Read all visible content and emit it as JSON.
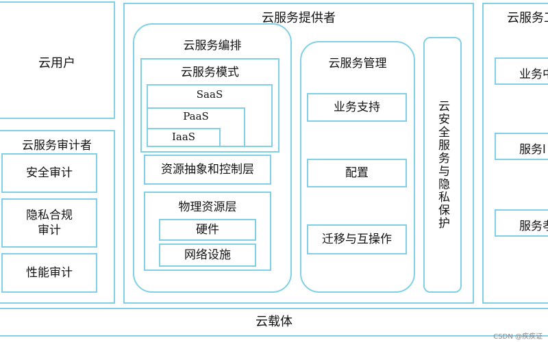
{
  "cloud_user": {
    "title": "云用户"
  },
  "auditor": {
    "title": "云服务审计者",
    "items": [
      "安全审计",
      "隐私合规\n审计",
      "性能审计"
    ]
  },
  "provider": {
    "title": "云服务提供者",
    "orchestration": {
      "title": "云服务编排",
      "service_model": {
        "title": "云服务模式",
        "saas": "SaaS",
        "paas": "PaaS",
        "iaas": "IaaS"
      },
      "abstraction_layer": "资源抽象和控制层",
      "physical_layer": {
        "title": "物理资源层",
        "hardware": "硬件",
        "network": "网络设施"
      }
    },
    "management": {
      "title": "云服务管理",
      "items": [
        "业务支持",
        "配置",
        "迁移与互操作"
      ]
    },
    "security": "云安全服务与隐私保护"
  },
  "broker": {
    "title": "云服务工",
    "items": [
      "业务中",
      "服务l",
      "服务孝"
    ]
  },
  "carrier": {
    "title": "云载体"
  },
  "watermark": "CSDN @疾疾证"
}
